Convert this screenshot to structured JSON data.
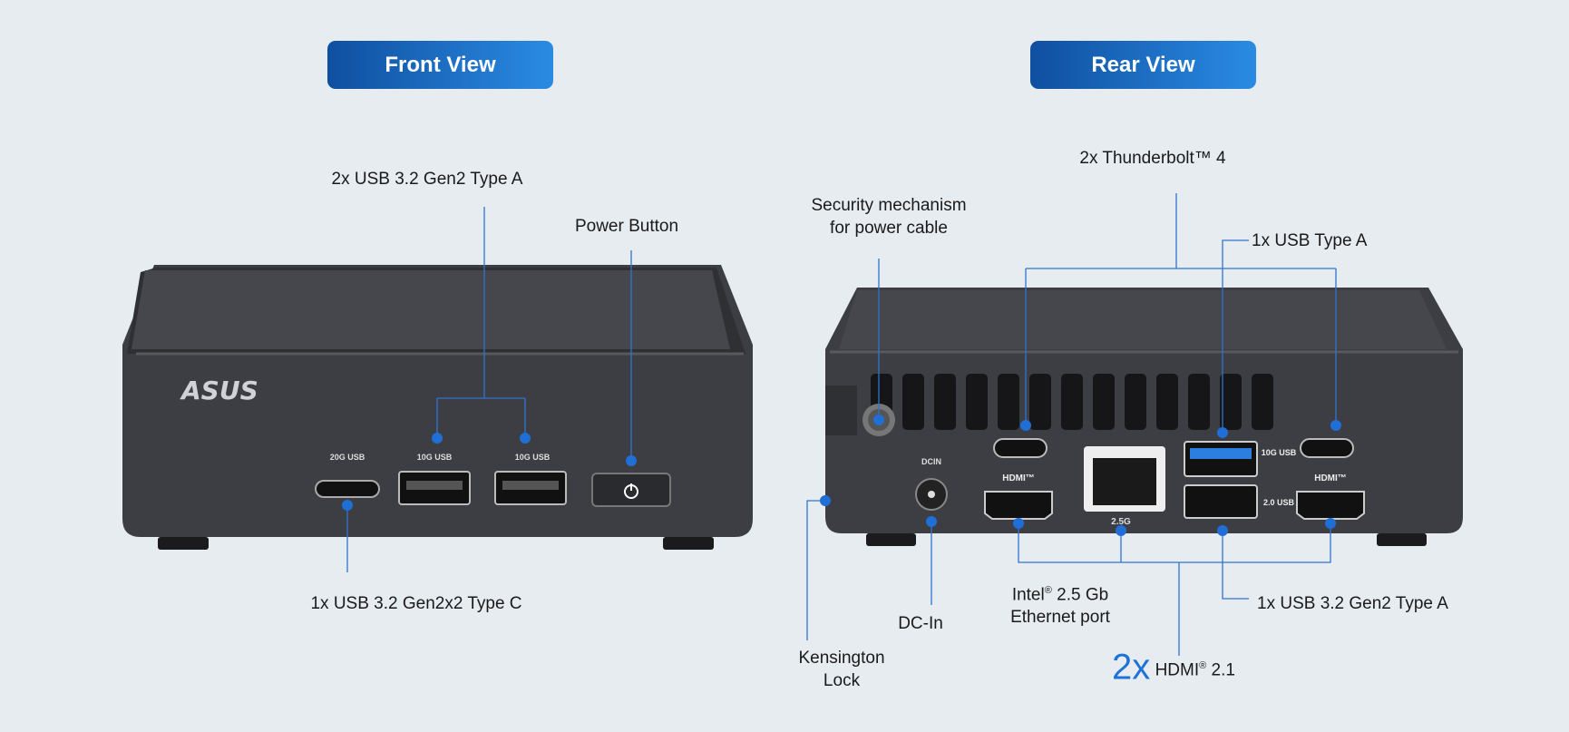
{
  "buttons": {
    "front": "Front View",
    "rear": "Rear View"
  },
  "front_labels": {
    "usb_a": "2x USB 3.2 Gen2 Type A",
    "power": "Power Button",
    "usb_c": "1x USB 3.2 Gen2x2 Type C"
  },
  "rear_labels": {
    "security_1": "Security mechanism",
    "security_2": "for power cable",
    "thunderbolt": "2x Thunderbolt™ 4",
    "usb_type_a": "1x USB Type A",
    "ethernet_1a": "Intel",
    "ethernet_reg": "®",
    "ethernet_1b": " 2.5 Gb",
    "ethernet_2": "Ethernet port",
    "usb_gen2": "1x USB 3.2 Gen2 Type A",
    "dcin": "DC-In",
    "kensington_1": "Kensington",
    "kensington_2": "Lock",
    "hdmi_count": "2x",
    "hdmi_a": " HDMI",
    "hdmi_reg": "®",
    "hdmi_b": " 2.1"
  },
  "device_print": {
    "brand": "ASUS",
    "front_c": "20G USB",
    "front_a1": "10G USB",
    "front_a2": "10G USB",
    "dcin": "DCIN",
    "hdmi": "HDMI™",
    "lan": "2.5G",
    "usb10": "10G USB",
    "usb20": "2.0 USB"
  },
  "colors": {
    "accent": "#1f72d8",
    "button_start": "#0f4fa0",
    "button_end": "#2a8be3",
    "device": "#3b3d41"
  }
}
